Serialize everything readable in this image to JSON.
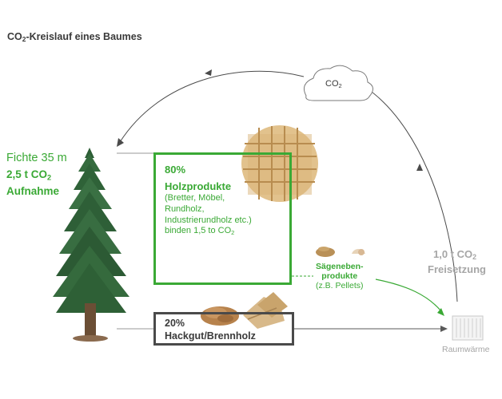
{
  "title": {
    "text": "CO",
    "sub": "2",
    "rest": "-Kreislauf eines Baumes"
  },
  "cloud": {
    "text": "CO",
    "sub": "2"
  },
  "tree": {
    "name": "Fichte 35 m",
    "co2_line_a": "2,5 t CO",
    "co2_sub": "2",
    "co2_line_b": "Aufnahme"
  },
  "wood_products": {
    "percent": "80%",
    "title": "Holzprodukte",
    "desc_lines": [
      "(Bretter, Möbel,",
      "Rundholz,",
      "Industrierundholz etc.)"
    ],
    "bind_text": "binden 1,5 to CO",
    "bind_sub": "2"
  },
  "chips": {
    "percent": "20%",
    "title": "Hackgut/Brennholz"
  },
  "byproducts": {
    "line1": "Sägeneben-",
    "line2": "produkte",
    "line3": "(z.B. Pellets)"
  },
  "release": {
    "line_a": "1,0 t CO",
    "sub": "2",
    "line_b": "Freisetzung"
  },
  "heat": {
    "label": "Raumwärme"
  },
  "colors": {
    "green": "#3aa935",
    "dark": "#3a3a3a",
    "grey": "#a6a6a6",
    "tree": "#2f6b3a"
  },
  "icons": [
    "cloud-icon",
    "tree-illustration",
    "lumber-stack-icon",
    "wood-chips-icon",
    "firewood-icon",
    "pellets-icon",
    "radiator-icon"
  ]
}
